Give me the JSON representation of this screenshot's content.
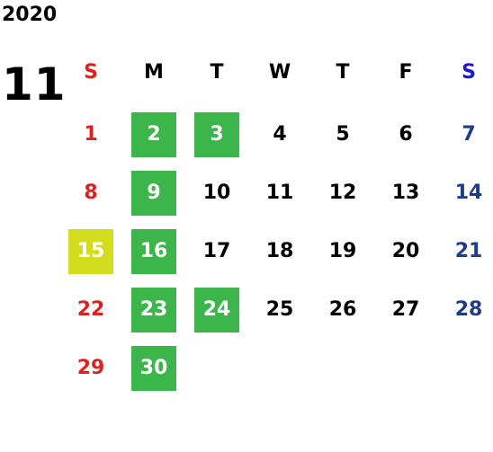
{
  "year": "2020",
  "month": "11",
  "colors": {
    "sunday": "#dd2222",
    "saturday_header": "#1a1acc",
    "saturday": "#1e3c8c",
    "weekday": "#000000",
    "highlight_green": "#3cb54a",
    "highlight_yellow": "#d4dc1e",
    "highlight_text": "#ffffff"
  },
  "weekdays": [
    "S",
    "M",
    "T",
    "W",
    "T",
    "F",
    "S"
  ],
  "weeks": [
    [
      {
        "day": "1"
      },
      {
        "day": "2",
        "highlight": "green"
      },
      {
        "day": "3",
        "highlight": "green"
      },
      {
        "day": "4"
      },
      {
        "day": "5"
      },
      {
        "day": "6"
      },
      {
        "day": "7"
      }
    ],
    [
      {
        "day": "8"
      },
      {
        "day": "9",
        "highlight": "green"
      },
      {
        "day": "10"
      },
      {
        "day": "11"
      },
      {
        "day": "12"
      },
      {
        "day": "13"
      },
      {
        "day": "14"
      }
    ],
    [
      {
        "day": "15",
        "highlight": "yellow"
      },
      {
        "day": "16",
        "highlight": "green"
      },
      {
        "day": "17"
      },
      {
        "day": "18"
      },
      {
        "day": "19"
      },
      {
        "day": "20"
      },
      {
        "day": "21"
      }
    ],
    [
      {
        "day": "22"
      },
      {
        "day": "23",
        "highlight": "green"
      },
      {
        "day": "24",
        "highlight": "green"
      },
      {
        "day": "25"
      },
      {
        "day": "26"
      },
      {
        "day": "27"
      },
      {
        "day": "28"
      }
    ],
    [
      {
        "day": "29"
      },
      {
        "day": "30",
        "highlight": "green"
      }
    ]
  ]
}
